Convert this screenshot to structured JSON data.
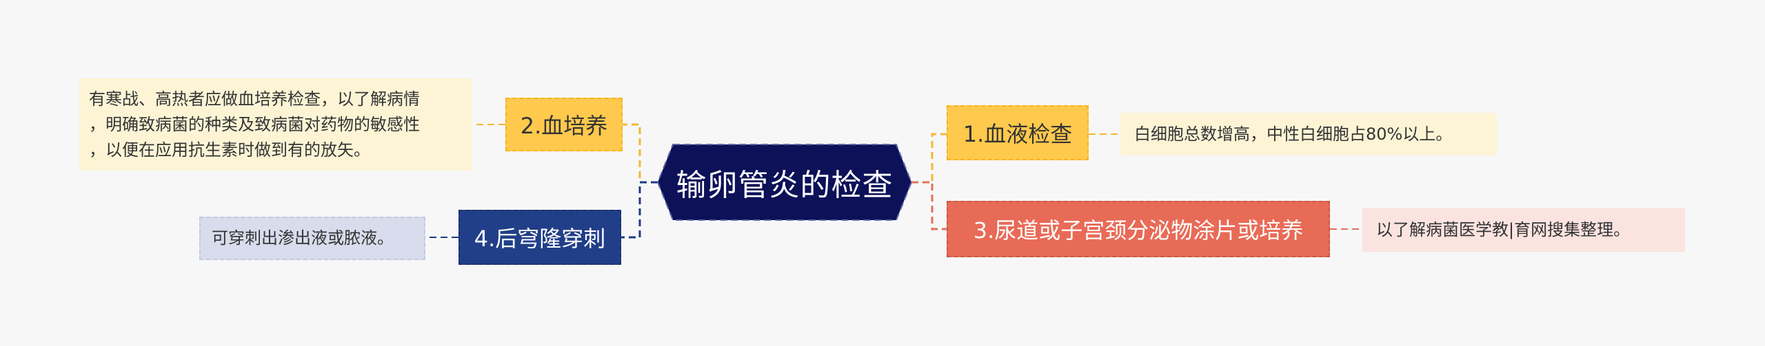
{
  "center": {
    "label": "输卵管炎的检查",
    "color": "#0c1158"
  },
  "branches": [
    {
      "label": "1.血液检查",
      "note": "白细胞总数增高，中性白细胞占80%以上。",
      "color": "#ffc94d"
    },
    {
      "label": "2.血培养",
      "note_lines": [
        "有寒战、高热者应做血培养检查，以了解病情",
        "，明确致病菌的种类及致病菌对药物的敏感性",
        "，以便在应用抗生素时做到有的放矢。"
      ],
      "color": "#ffc94d"
    },
    {
      "label": "3.尿道或子宫颈分泌物涂片或培养",
      "note": "以了解病菌医学教|育网搜集整理。",
      "color": "#e86b57"
    },
    {
      "label": "4.后穹隆穿刺",
      "note": "可穿刺出渗出液或脓液。",
      "color": "#213f88"
    }
  ],
  "link_colors": {
    "yellow": "#f2b832",
    "red": "#e0705c",
    "blue": "#1e3a86"
  }
}
